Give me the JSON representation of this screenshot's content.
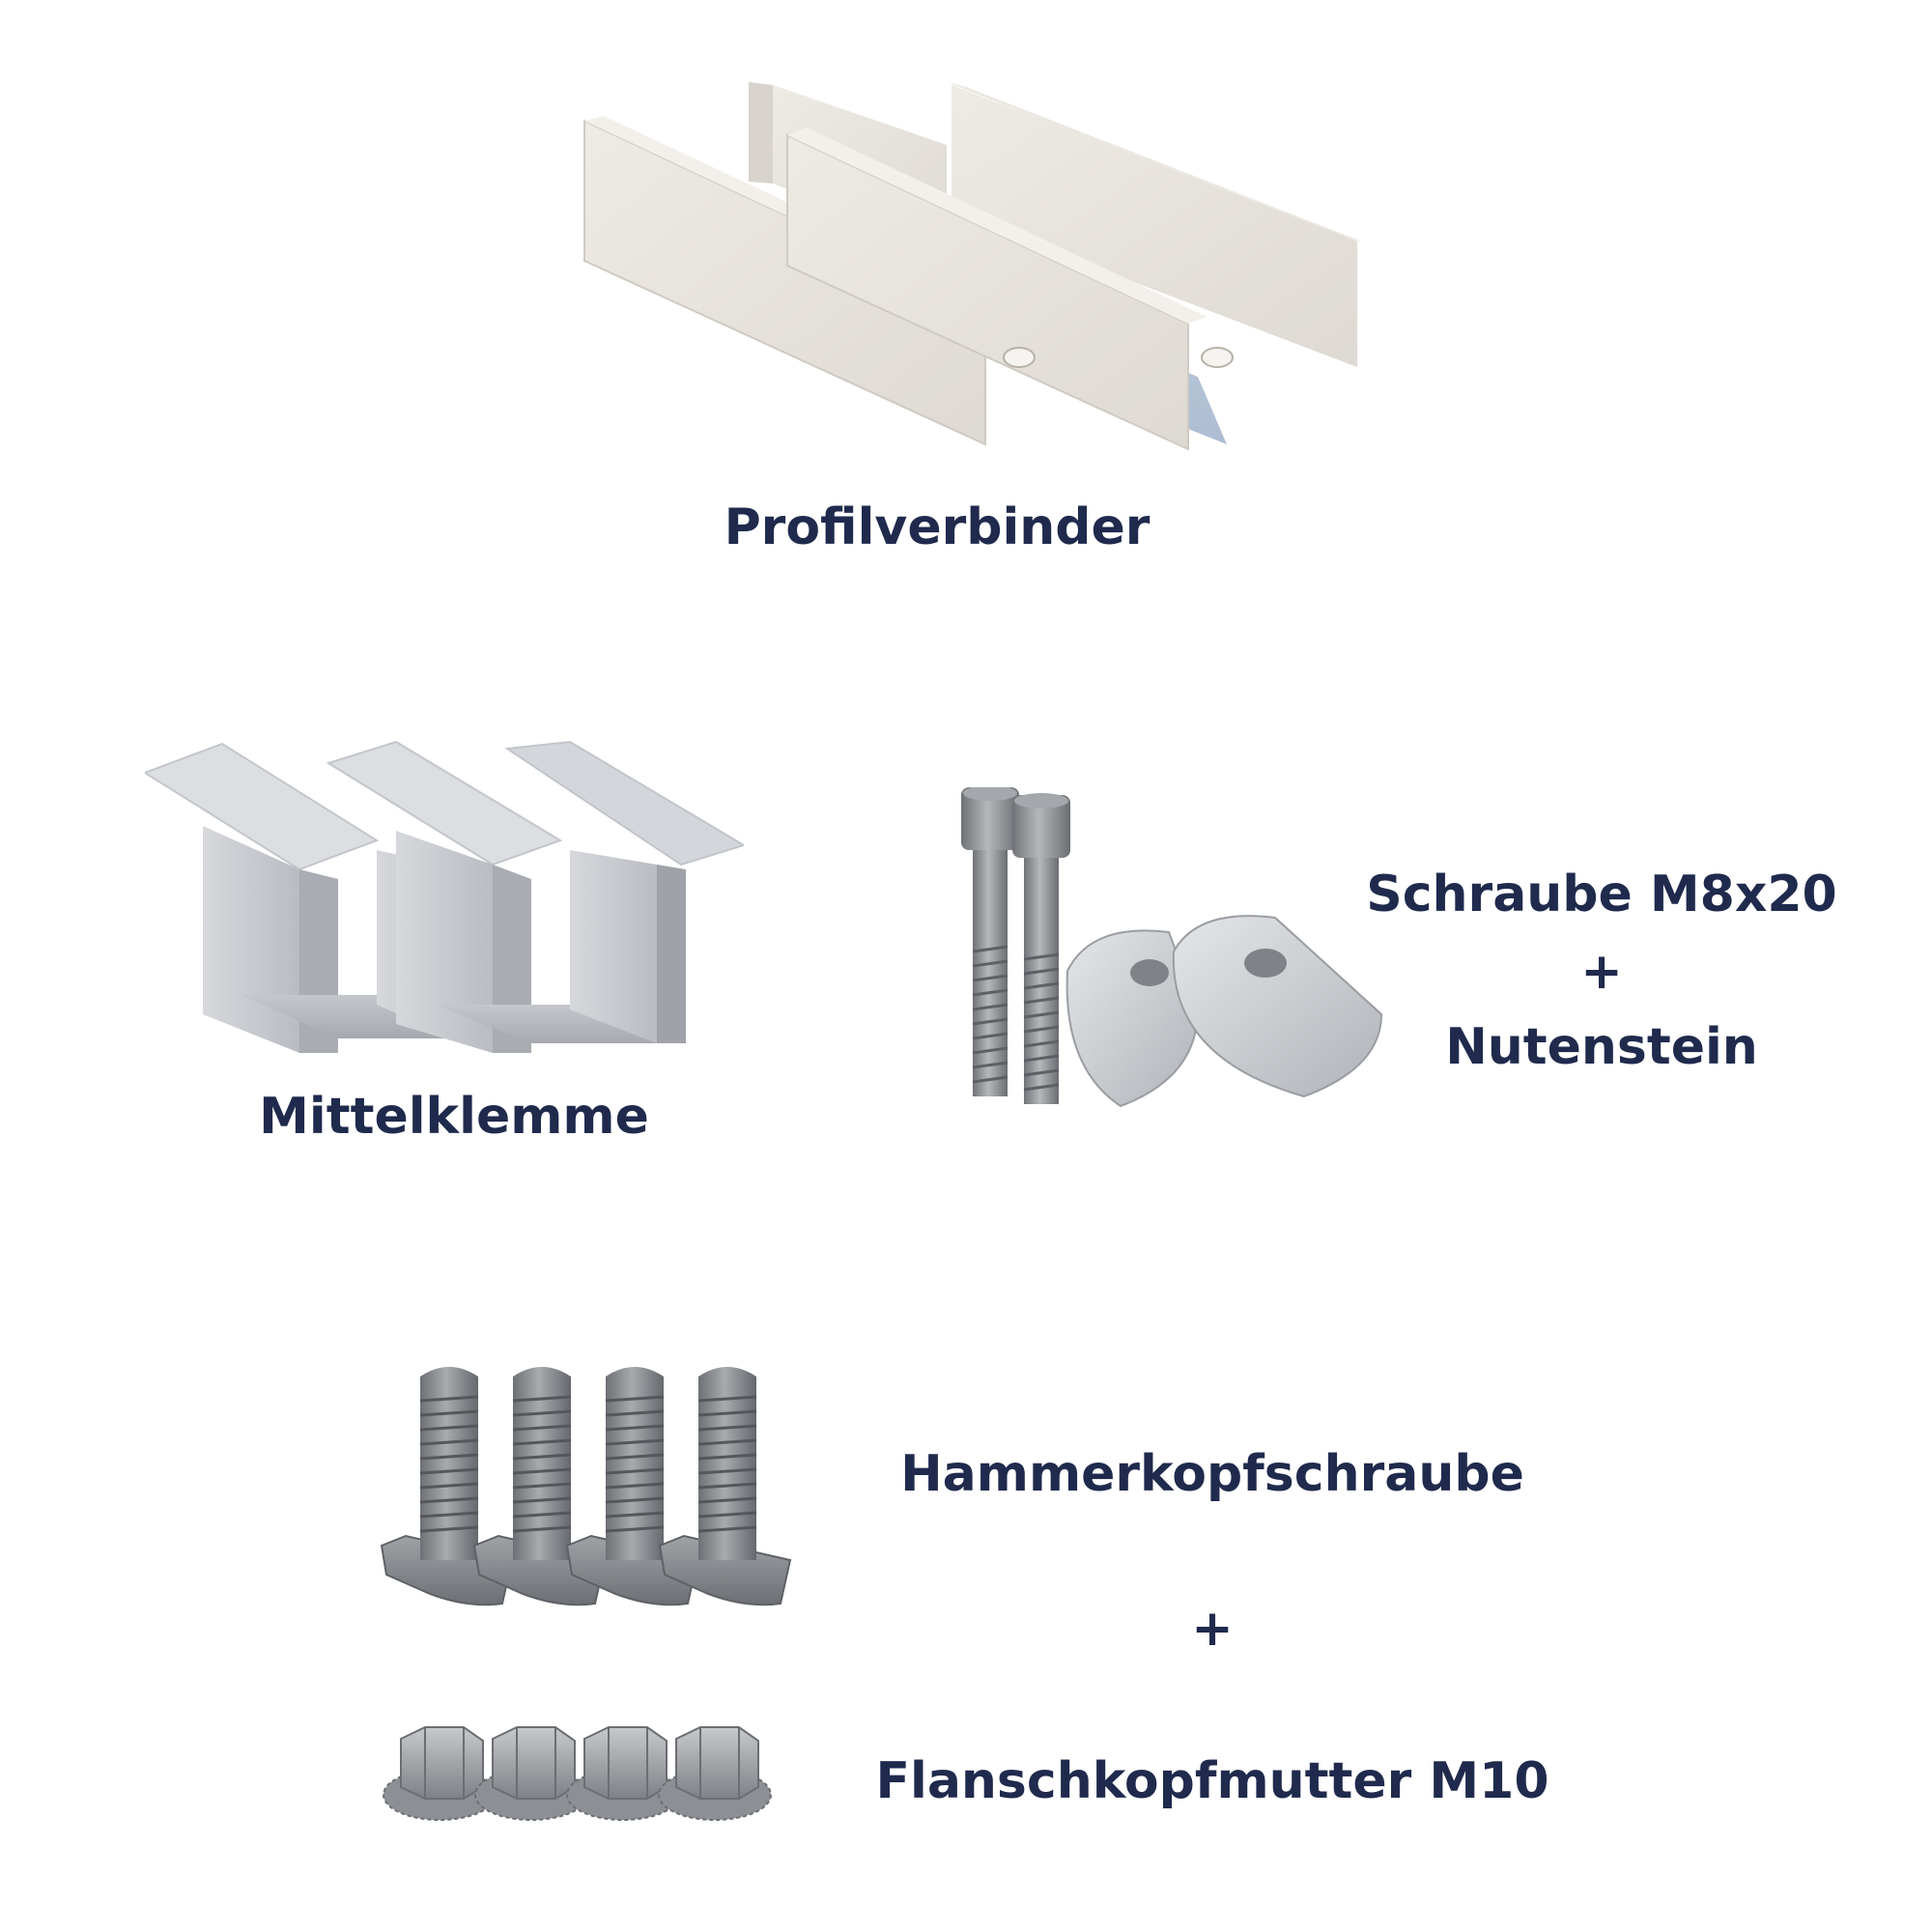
{
  "items": {
    "profilverbinder": {
      "label": "Profilverbinder"
    },
    "mittelklemme": {
      "label": "Mittelklemme"
    },
    "schraube": {
      "label": "Schraube M8x20",
      "plus": "+",
      "label2": "Nutenstein"
    },
    "hammerkopf": {
      "label": "Hammerkopfschraube",
      "plus": "+",
      "label2": "Flanschkopfmutter M10"
    }
  },
  "colors": {
    "text": "#1f2a4d",
    "aluminium_light": "#e8e6e1",
    "aluminium_mid": "#c9ccd2",
    "steel_dark": "#7a7c80",
    "steel_mid": "#9a9ca0"
  }
}
